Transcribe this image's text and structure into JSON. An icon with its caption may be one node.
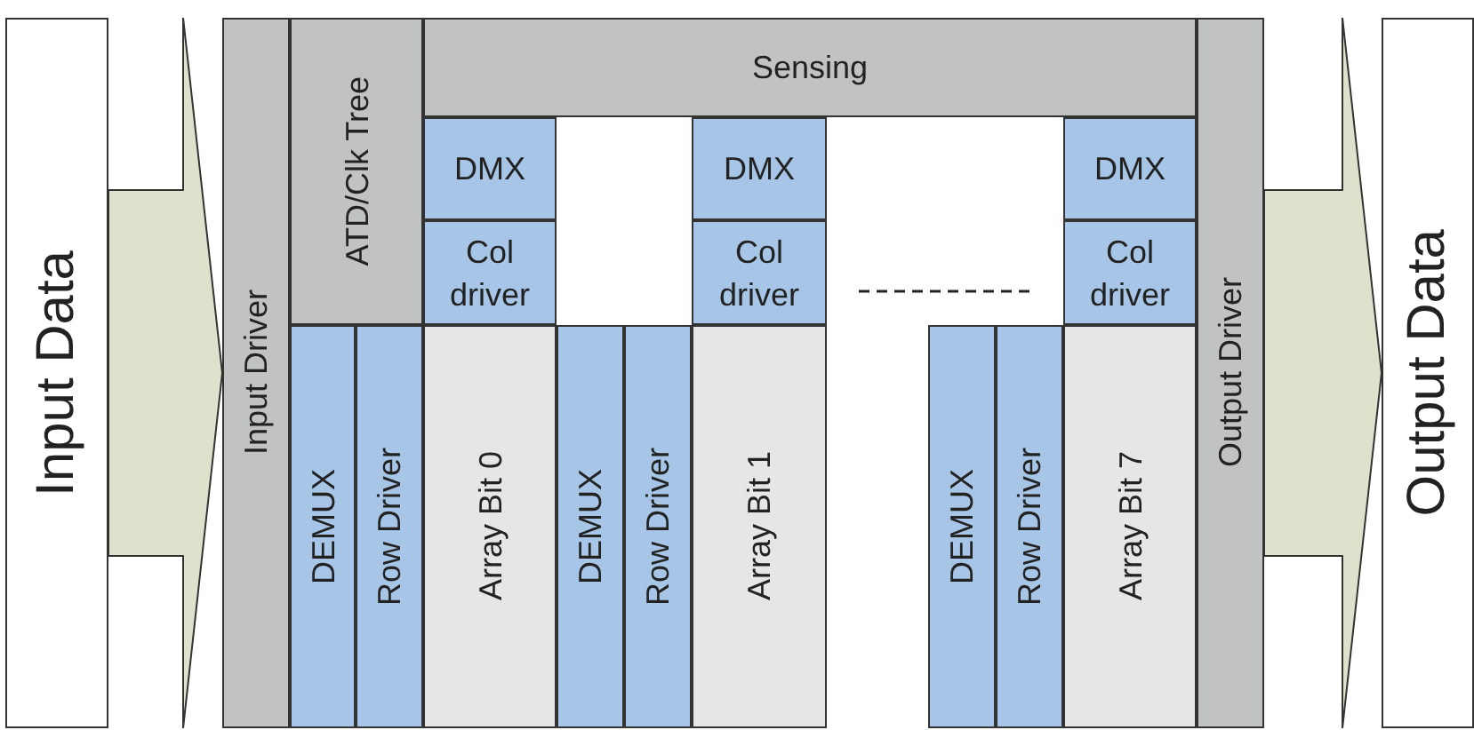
{
  "diagram": {
    "nodes": [
      {
        "text": [
          "Input Data"
        ]
      },
      {
        "text": [
          "Input Driver"
        ]
      },
      {
        "text": [
          "ATD/Clk Tree"
        ]
      },
      {
        "text": [
          "Sensing"
        ]
      },
      {
        "text": [
          "DMX"
        ]
      },
      {
        "text": [
          "Col driver"
        ]
      },
      {
        "text": [
          "DMX"
        ]
      },
      {
        "text": [
          "Col driver"
        ]
      },
      {
        "text": [
          "DMX"
        ]
      },
      {
        "text": [
          "Col driver"
        ]
      },
      {
        "text": [
          "DEMUX"
        ]
      },
      {
        "text": [
          "Row Driver"
        ]
      },
      {
        "text": [
          "Array Bit 0"
        ]
      },
      {
        "text": [
          "DEMUX"
        ]
      },
      {
        "text": [
          "Row Driver"
        ]
      },
      {
        "text": [
          "Array Bit 1"
        ]
      },
      {
        "text": [
          "DEMUX"
        ]
      },
      {
        "text": [
          "Row Driver"
        ]
      },
      {
        "text": [
          "Array Bit 7"
        ]
      },
      {
        "text": [
          "Output Driver"
        ]
      },
      {
        "text": [
          "Output Data"
        ]
      }
    ],
    "edges": [
      {
        "from": 0,
        "to": 1,
        "arrow": "to",
        "style": "thick"
      },
      {
        "from": 19,
        "to": 20,
        "arrow": "to",
        "style": "thick"
      }
    ]
  }
}
